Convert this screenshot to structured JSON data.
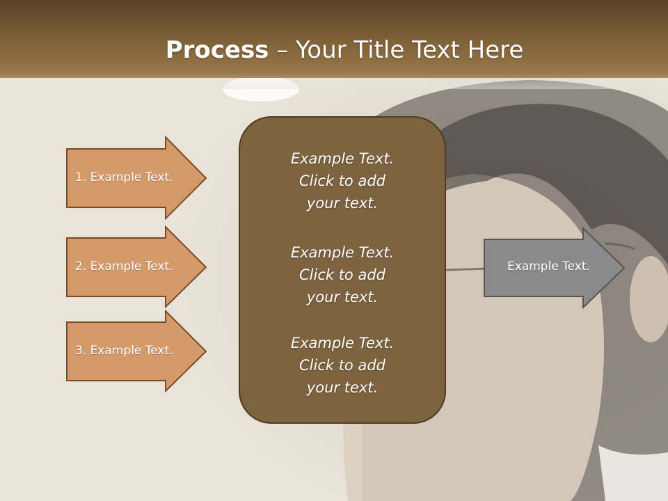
{
  "title": {
    "bold": "Process",
    "rest": " – Your Title Text Here"
  },
  "left_arrows": [
    {
      "label": "1. Example Text."
    },
    {
      "label": "2. Example Text."
    },
    {
      "label": "3. Example Text."
    }
  ],
  "center_box": {
    "blocks": [
      {
        "lines": [
          "Example Text.",
          "Click  to add",
          "your text."
        ]
      },
      {
        "lines": [
          "Example Text.",
          "Click  to add",
          "your text."
        ]
      },
      {
        "lines": [
          "Example Text.",
          "Click  to add",
          "your text."
        ]
      }
    ]
  },
  "right_arrow": {
    "label": "Example Text."
  },
  "colors": {
    "header": "#7e6038",
    "left_arrow_fill": "#d49a6a",
    "left_arrow_stroke": "#7a4a25",
    "center_fill": "#7e6340",
    "center_stroke": "#4e3a1f",
    "right_arrow_fill": "#8a8a8a",
    "right_arrow_stroke": "#555555"
  }
}
